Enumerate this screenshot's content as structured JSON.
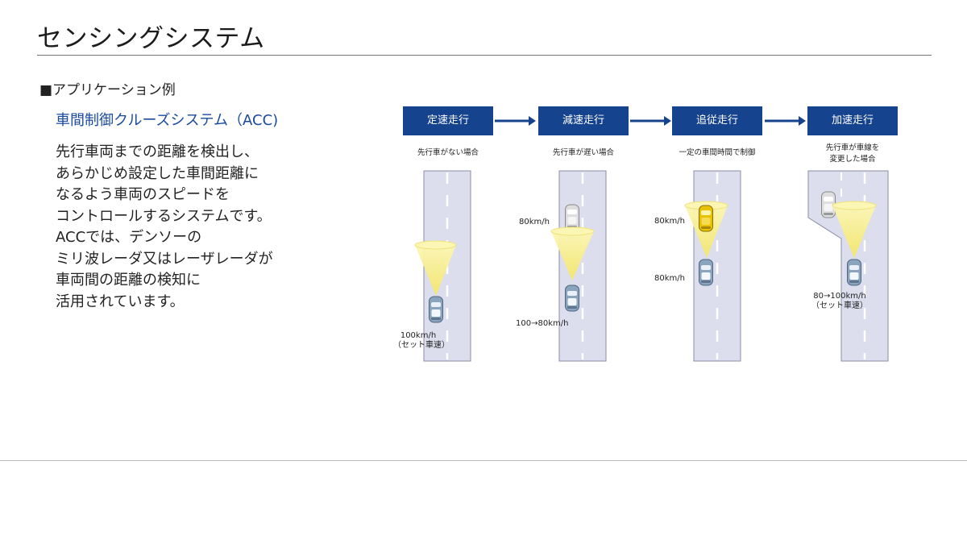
{
  "page": {
    "title": "センシングシステム",
    "section": "■アプリケーション例",
    "subtitle": "車間制御クルーズシステム（ACC)",
    "description_lines": [
      "先行車両までの距離を検出し、",
      "あらかじめ設定した車間距離に",
      "なるよう車両のスピードを",
      "コントロールするシステムです。",
      "ACCでは、デンソーの",
      "ミリ波レーダ又はレーザレーダが",
      "車両間の距離の検知に",
      "活用されています。"
    ]
  },
  "stages": [
    {
      "label": "定速走行",
      "condition": [
        "先行車がない場合"
      ],
      "speed_own": [
        "100km/h",
        "（セット車速）"
      ]
    },
    {
      "label": "減速走行",
      "condition": [
        "先行車が遅い場合"
      ],
      "speed_lead": "80km/h",
      "speed_own": [
        "100→80km/h"
      ]
    },
    {
      "label": "追従走行",
      "condition": [
        "一定の車間時間で制御"
      ],
      "speed_lead": "80km/h",
      "speed_own": [
        "80km/h"
      ]
    },
    {
      "label": "加速走行",
      "condition": [
        "先行車が車線を",
        "変更した場合"
      ],
      "speed_own": [
        "80→100km/h",
        "（セット車速）"
      ]
    }
  ],
  "colors": {
    "brand_blue": "#16438e",
    "road": "#dcdeee",
    "road_edge": "#8a8ca6",
    "beam": "#f7ee8a",
    "own_car": "#8aa4bd",
    "lead_car_gray": "#d9d9d9",
    "lead_car_yellow": "#e8c200"
  }
}
